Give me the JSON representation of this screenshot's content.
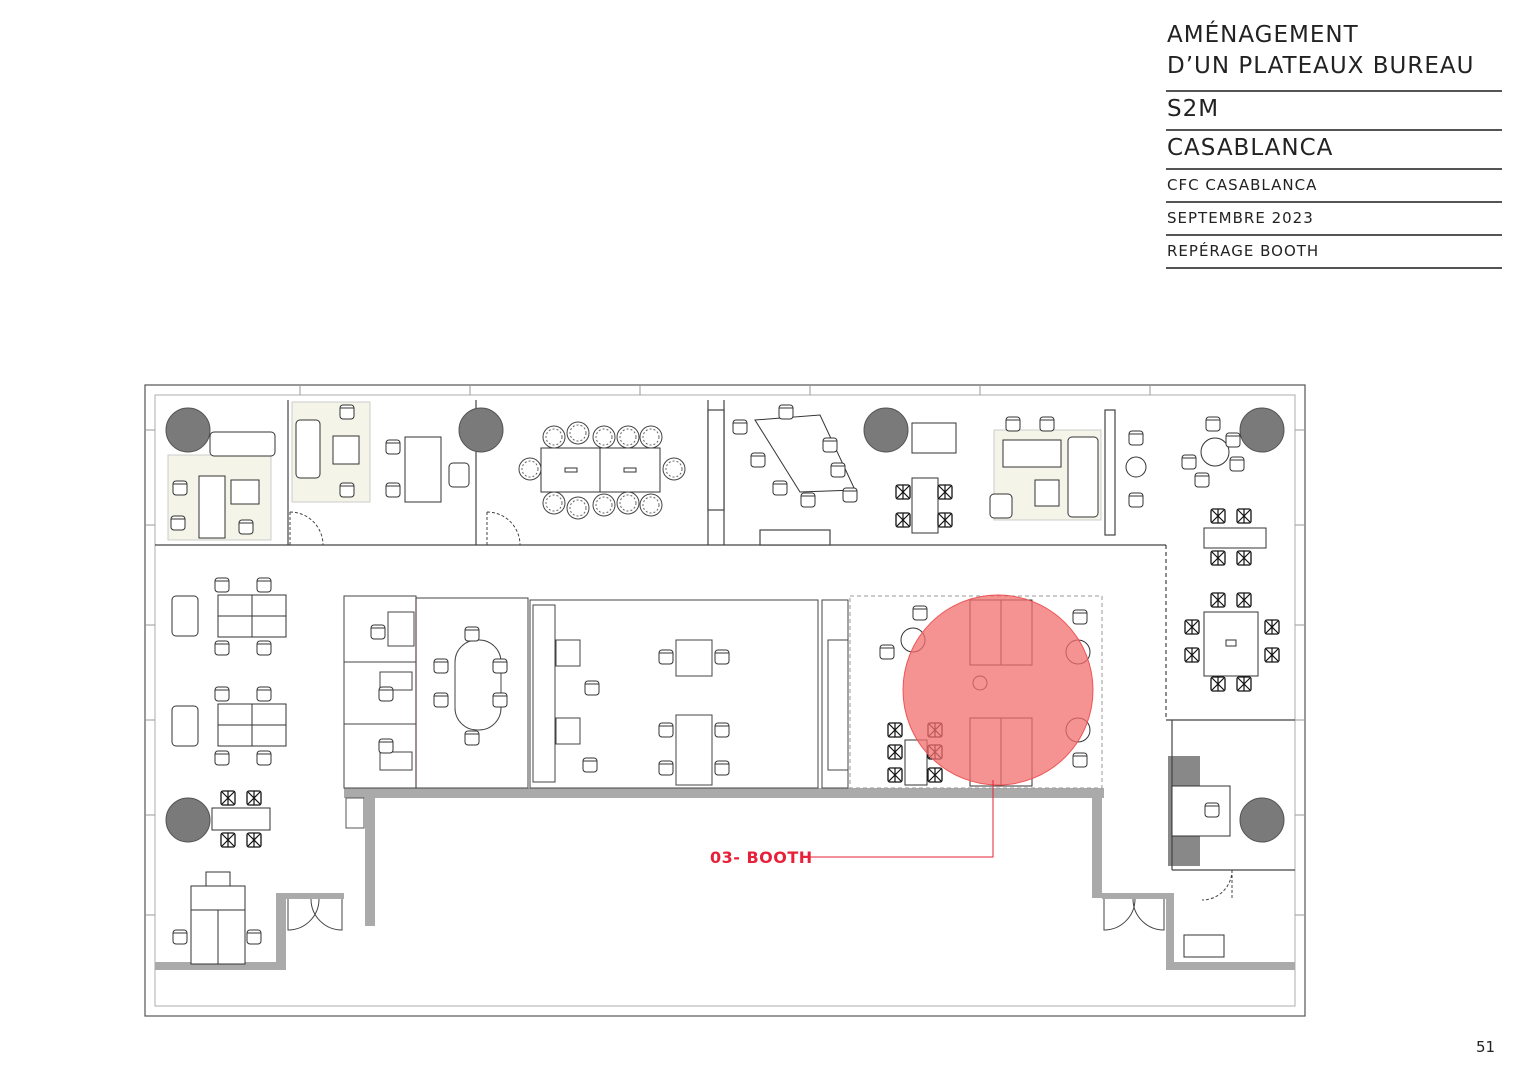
{
  "title_block": {
    "title_line1": "AMÉNAGEMENT",
    "title_line2": "D’UN PLATEAUX BUREAU",
    "client": "S2M",
    "city": "CASABLANCA",
    "site": "CFC CASABLANCA",
    "date": "SEPTEMBRE 2023",
    "subject": "REPÉRAGE BOOTH"
  },
  "annotations": {
    "booth_label": "03- BOOTH"
  },
  "page_number": "51",
  "colors": {
    "highlight": "#f26d6d",
    "label": "#e8213a",
    "wall": "#aaaaaa",
    "column": "#7a7a7a",
    "rug": "#f4f4e8",
    "line": "#333333"
  }
}
